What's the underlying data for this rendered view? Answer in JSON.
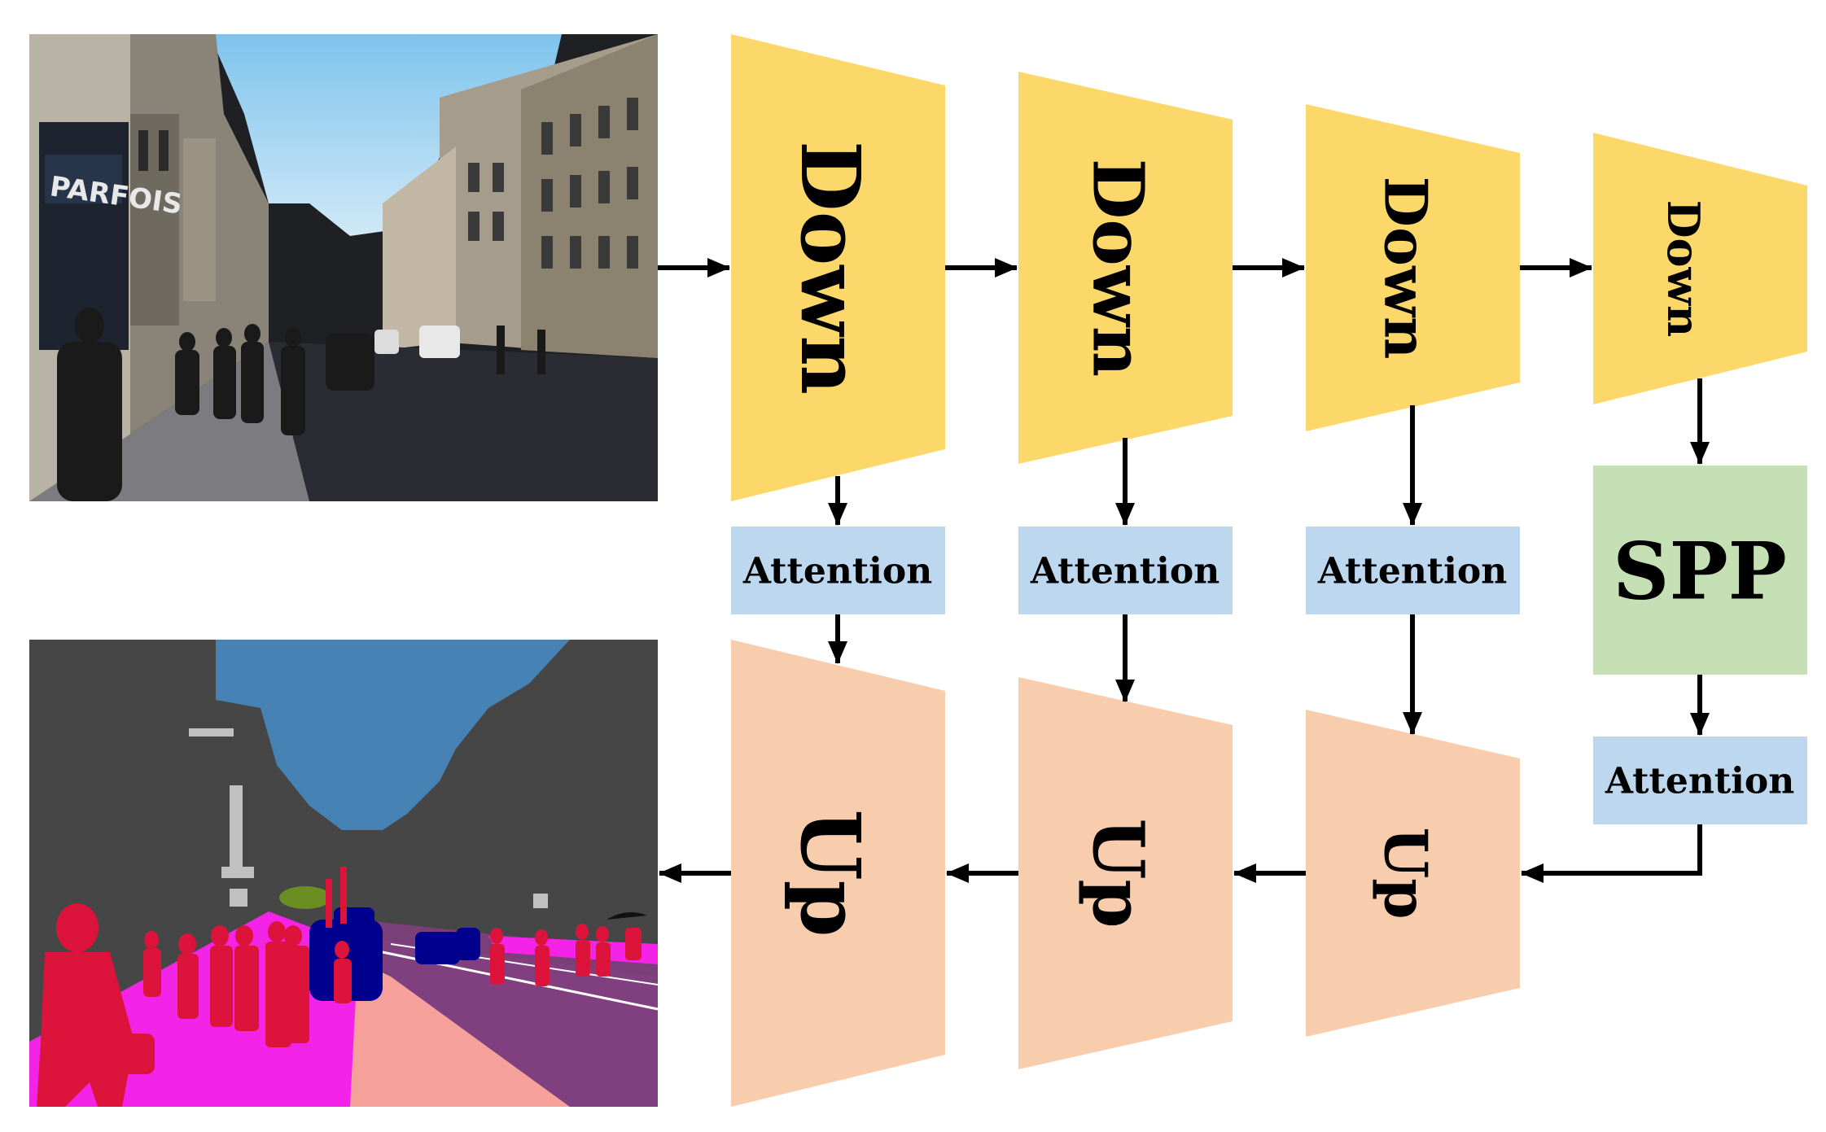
{
  "colors": {
    "down": "#FCD86B",
    "up": "#F7CDAE",
    "attention": "#BDD7EE",
    "spp": "#C5E0B4",
    "arrow": "#000000",
    "sky": "#4682B4",
    "building": "#464646",
    "road": "#80407F",
    "sidewalk": "#F423E8",
    "person": "#DC143C",
    "car": "#00008E",
    "vegetation": "#6B8E23",
    "pole": "#C0C0C0",
    "terrain": "#F5A09A"
  },
  "blocks": {
    "down_label": "Down",
    "up_label": "Up",
    "attention_label": "Attention",
    "spp_label": "SPP"
  },
  "images": {
    "input": "street-photo",
    "output": "segmentation-map"
  }
}
